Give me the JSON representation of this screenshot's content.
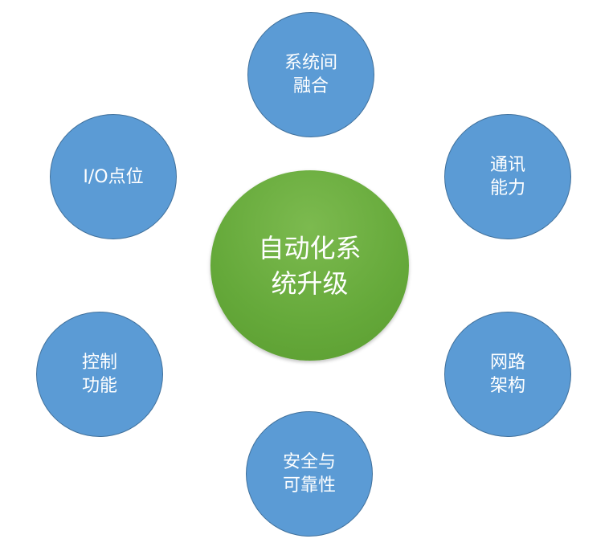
{
  "center": {
    "label": "自动化系\n统升级",
    "color": "#6aae3e"
  },
  "nodes": [
    {
      "label": "系统间\n融合"
    },
    {
      "label": "通讯\n能力"
    },
    {
      "label": "网路\n架构"
    },
    {
      "label": "安全与\n可靠性"
    },
    {
      "label": "控制\n功能"
    },
    {
      "label": "I/O点位"
    }
  ],
  "node_color": "#5b9bd5"
}
